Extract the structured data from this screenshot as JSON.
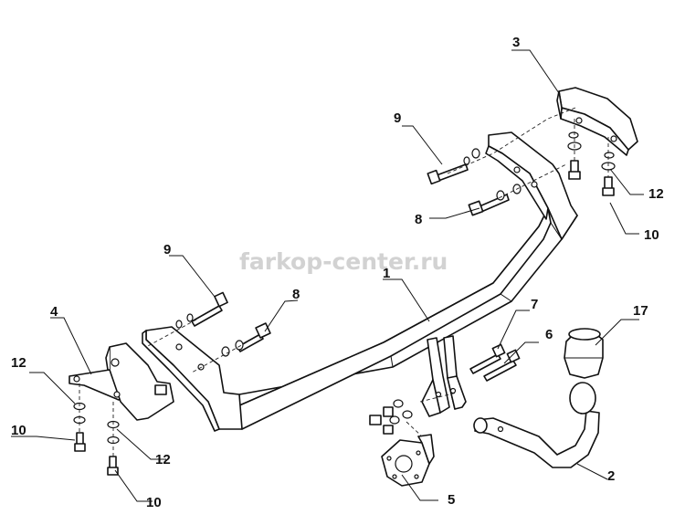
{
  "watermark": "farkop-center.ru",
  "labels": {
    "l1": "1",
    "l2": "2",
    "l3": "3",
    "l4": "4",
    "l5": "5",
    "l6": "6",
    "l7": "7",
    "l8a": "8",
    "l8b": "8",
    "l9a": "9",
    "l9b": "9",
    "l10a": "10",
    "l10b": "10",
    "l10c": "10",
    "l12a": "12",
    "l12b": "12",
    "l12c": "12",
    "l17": "17"
  }
}
